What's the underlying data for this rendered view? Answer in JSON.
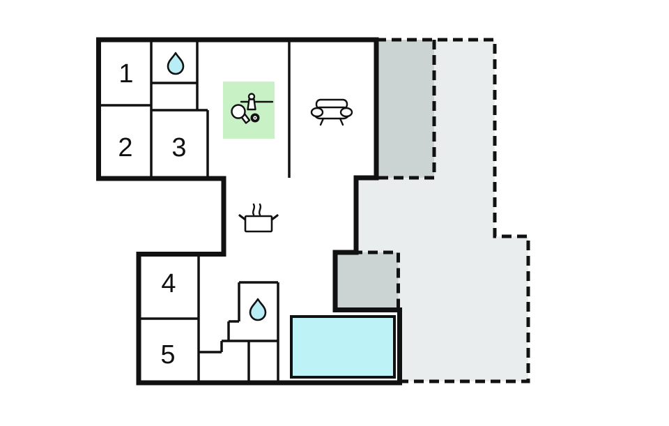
{
  "colors": {
    "wall": "#111111",
    "building_fill": "#ffffff",
    "terrace_fill": "#ccd3d3",
    "garden_fill": "#e9eded",
    "pool_fill": "#bdf2f7",
    "water_drop_fill": "#b9edf6",
    "games_area_fill": "#c9f1c6",
    "background": "#ffffff",
    "label_color": "#111111"
  },
  "rooms": [
    {
      "label": "1"
    },
    {
      "label": "2"
    },
    {
      "label": "3"
    },
    {
      "label": "4"
    },
    {
      "label": "5"
    }
  ],
  "icons": {
    "top_bathroom": "water-drop-icon",
    "lower_bathroom": "water-drop-icon",
    "games_area": "table-tennis-foosball-icons",
    "living_room": "sofa-icon",
    "kitchen": "cooking-pot-icon"
  }
}
